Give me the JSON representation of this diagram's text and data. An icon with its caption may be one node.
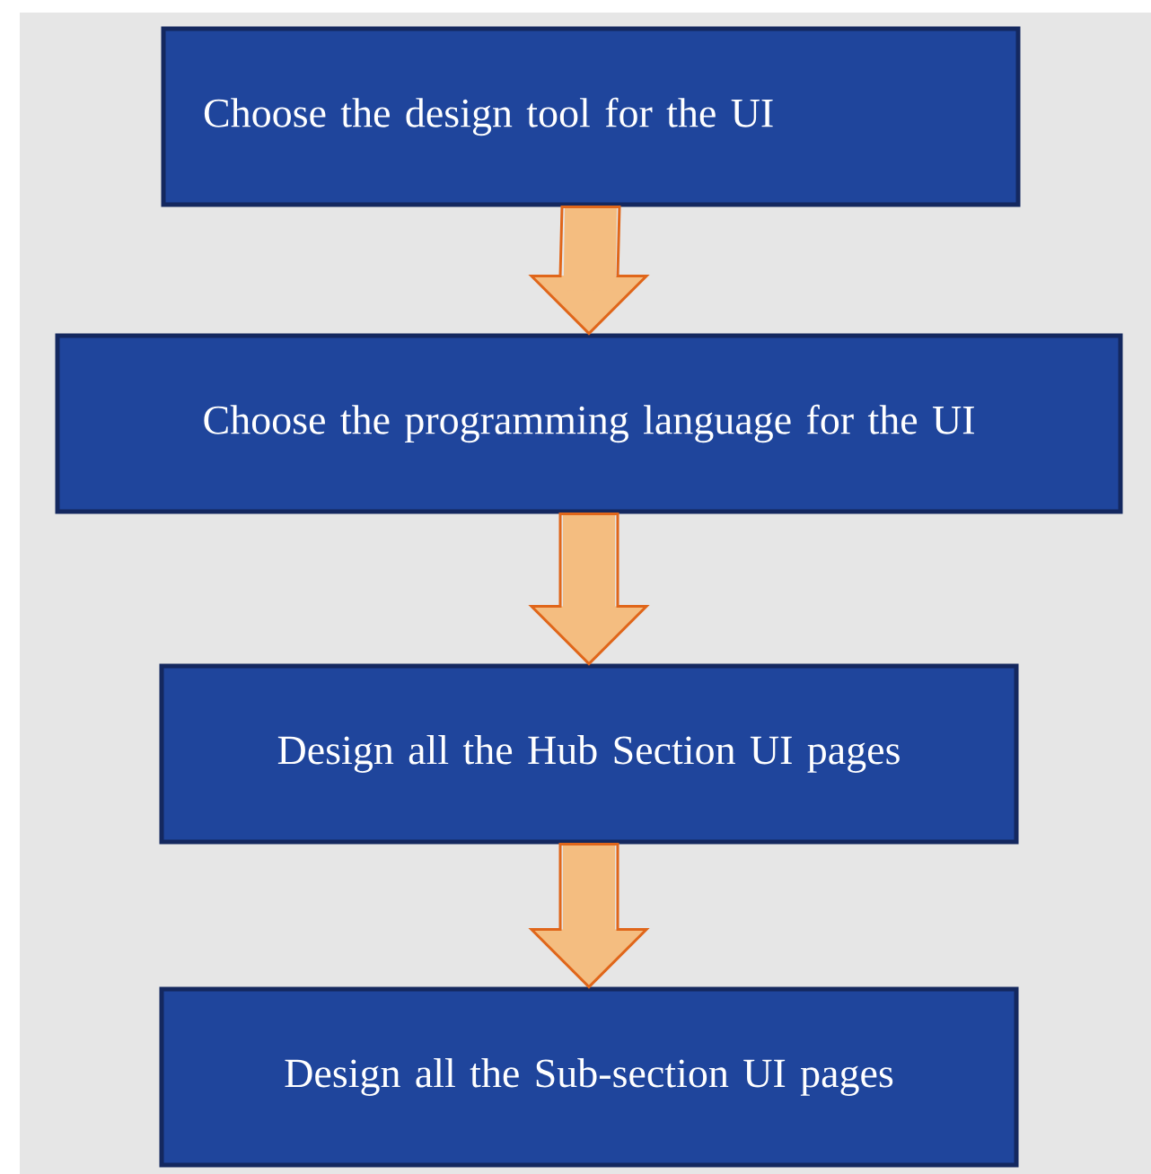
{
  "diagram": {
    "nodes": [
      {
        "text": [
          "Choose the design tool for the UI"
        ]
      },
      {
        "text": [
          "Choose the programming language for the UI"
        ]
      },
      {
        "text": [
          "Design all the Hub Section UI pages"
        ]
      },
      {
        "text": [
          "Design all the Sub-section UI pages"
        ]
      }
    ],
    "edges": [
      {
        "from": 0,
        "to": 1,
        "arrow": "to"
      },
      {
        "from": 1,
        "to": 2,
        "arrow": "to"
      },
      {
        "from": 2,
        "to": 3,
        "arrow": "to"
      }
    ]
  }
}
